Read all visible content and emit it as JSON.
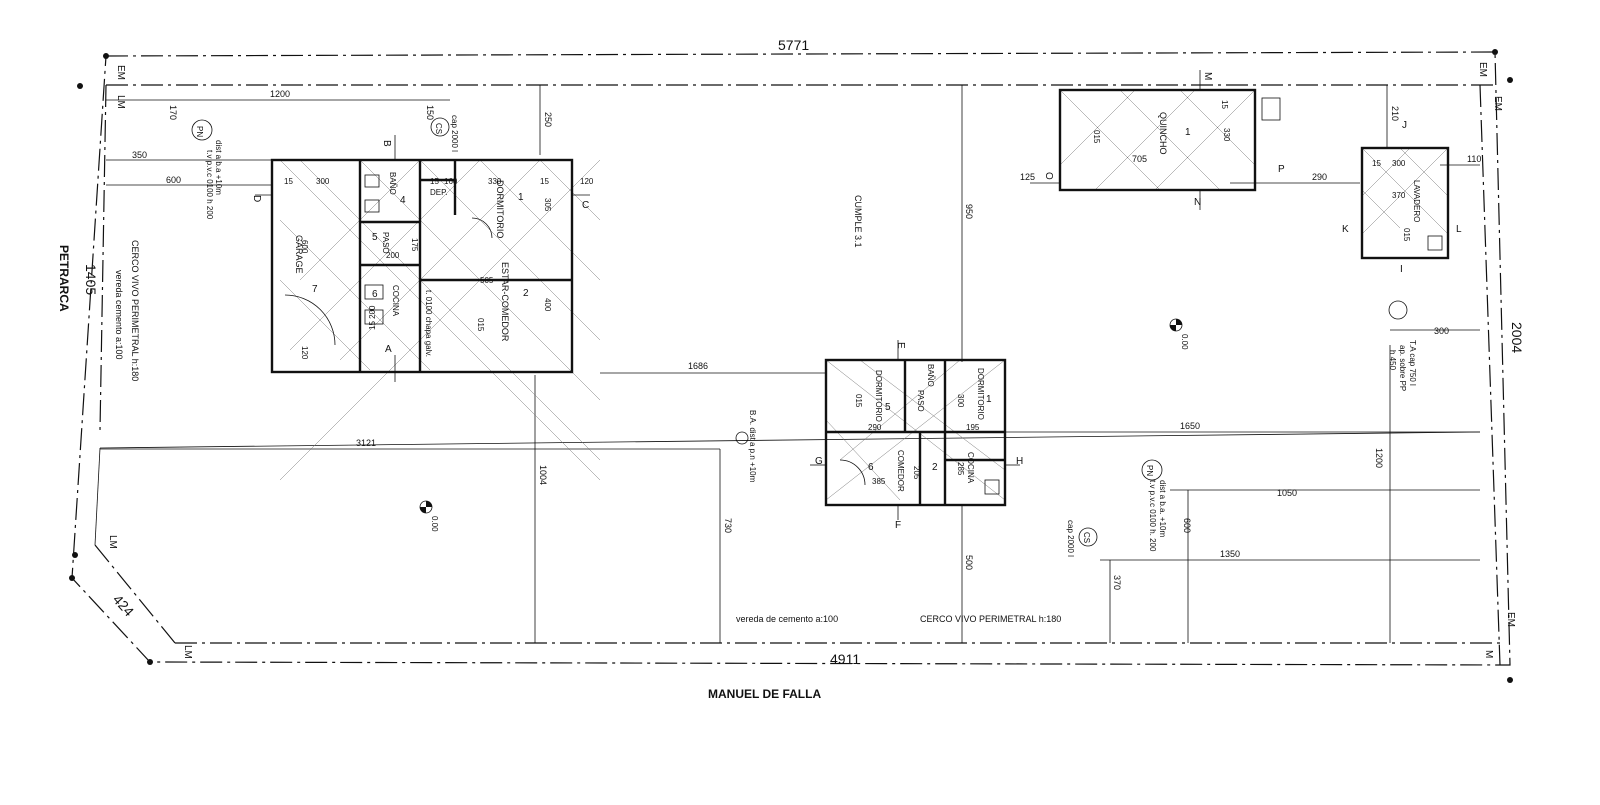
{
  "streets": {
    "bottom": "MANUEL DE FALLA",
    "left": "PETRARCA"
  },
  "dimensions": {
    "top": "5771",
    "bottom": "4911",
    "left": "1405",
    "right": "2004",
    "corner": "424",
    "d_1200": "1200",
    "d_350": "350",
    "d_600": "600",
    "d_170": "170",
    "d_150": "150",
    "d_250": "250",
    "d_950": "950",
    "d_1686": "1686",
    "d_3121": "3121",
    "d_1004": "1004",
    "d_730": "730",
    "d_1650": "1650",
    "d_1050": "1050",
    "d_1350": "1350",
    "d_600b": "600",
    "d_500": "500",
    "d_370": "370",
    "d_125": "125",
    "d_705": "705",
    "d_290": "290",
    "d_110": "110",
    "d_210": "210",
    "d_300": "300",
    "d_1200b": "1200"
  },
  "boundary_labels": {
    "em_tl": "EM",
    "lm_tl": "LM",
    "em_tr": "EM",
    "em_tr2": "EM",
    "lm_bl1": "LM",
    "lm_bl2": "LM",
    "em_br": "EM",
    "m_br": "M"
  },
  "section_marks": {
    "a": "A",
    "b": "B",
    "c": "C",
    "d": "D",
    "e": "E",
    "f": "F",
    "g": "G",
    "h": "H",
    "i": "I",
    "j": "J",
    "k": "K",
    "l": "L",
    "m": "M",
    "n": "N",
    "o": "O",
    "p": "P"
  },
  "house1": {
    "garage": "GARAGE",
    "garage_num": "7",
    "dormitorio": "DORMITORIO",
    "dormitorio_num": "1",
    "estar": "ESTAR-COMEDOR",
    "estar_num": "2",
    "bano": "BAÑO",
    "bano_num": "4",
    "dep": "DEP.",
    "paso": "PASO",
    "paso_num": "5",
    "cocina": "COCINA",
    "cocina_num": "6",
    "d_300": "300",
    "d_15a": "15",
    "d_160": "160",
    "d_15b": "15",
    "d_330": "330",
    "d_15c": "15",
    "d_120": "120",
    "d_305": "305",
    "d_175": "175",
    "d_200": "200",
    "d_505": "505",
    "d_400": "400",
    "d_15200": "15 200",
    "d_600": "600",
    "d_120b": "120",
    "chapa": "t. 0100 chapa galv.",
    "level": "015"
  },
  "house2": {
    "dormitorio_a": "DORMITORIO",
    "dormitorio_a_num": "5",
    "dormitorio_b": "DORMITORIO",
    "dormitorio_b_num": "1",
    "bano": "BAÑO",
    "paso": "PASO",
    "comedor": "COMEDOR",
    "comedor_num": "6",
    "cocina": "COCINA",
    "cocina_num": "2",
    "d_290": "290",
    "d_300": "300",
    "d_195": "195",
    "d_385": "385",
    "d_205": "205",
    "d_285": "285",
    "level": "015"
  },
  "quincho": {
    "name": "QUINCHO",
    "num": "1",
    "d_330": "330",
    "d_15": "15",
    "level": "015"
  },
  "lavadero": {
    "name": "LAVADERO",
    "d_300": "300",
    "d_15": "15",
    "d_370": "370",
    "level": "015"
  },
  "annotations": {
    "cumple": "CUMPLE 3.1",
    "cerco_left": "CERCO VIVO PERIMETRAL h:180",
    "vereda_left": "vereda cemento a:100",
    "vereda_bottom": "vereda de cemento a:100",
    "cerco_bottom": "CERCO VIVO PERIMETRAL h:180",
    "pn_top": "PN",
    "pn_top_text": "dist a b.a +10m",
    "pn_top_text2": "t.v p.v.c 0100 h 200",
    "cs_top": "CS",
    "cs_top_text": "cap 2000 l",
    "pn_right": "PN",
    "pn_right_text": "dist a b.a. +10m",
    "pn_right_text2": "t.v p.v.c 0100 h. 200",
    "cs_right": "CS",
    "cs_right_text": "cap 2000 l",
    "ba_text": "B.A. dist a p.n +10m",
    "ta_text": "T.A cap 750 l",
    "ta_text2": "ap. sobre PP",
    "ta_text3": "h 450",
    "level_0a": "0.00",
    "level_0b": "0.00"
  }
}
